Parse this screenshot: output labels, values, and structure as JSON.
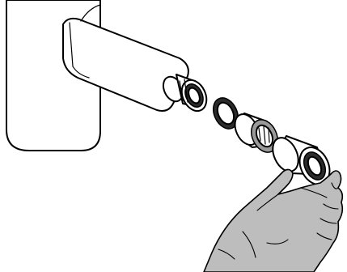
{
  "figure": {
    "kind": "exploded-view line drawing",
    "parts": [
      {
        "name": "faucet-body"
      },
      {
        "name": "spout"
      },
      {
        "name": "threaded-outlet"
      },
      {
        "name": "gasket-ring"
      },
      {
        "name": "aerator-insert"
      },
      {
        "name": "aerator-housing"
      },
      {
        "name": "gloved-hand"
      }
    ]
  },
  "colors": {
    "line": "#000000",
    "background": "#ffffff",
    "glove": "#bdbdbd",
    "dark_part": "#2b2b2b",
    "mid_part": "#9a9a9a"
  }
}
